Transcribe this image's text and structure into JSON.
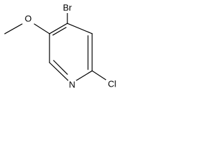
{
  "molecule": {
    "atoms": {
      "bromine": "Br",
      "oxygen": "O",
      "nitrogen": "N",
      "chlorine": "Cl"
    },
    "colors": {
      "bond": "#000000",
      "label": "#000000",
      "background": "#ffffff"
    }
  }
}
